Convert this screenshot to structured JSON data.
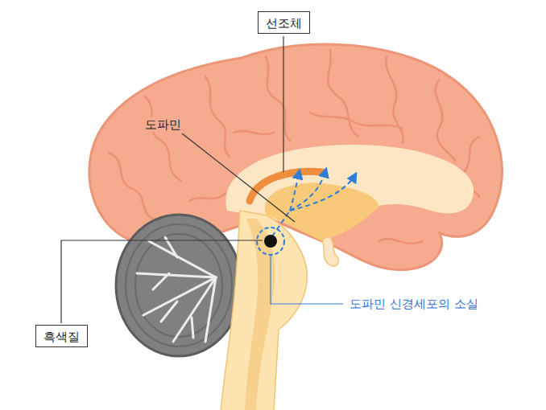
{
  "diagram": {
    "nodes": [
      {
        "text": [
          "선조체"
        ]
      },
      {
        "text": [
          "흑색질"
        ]
      }
    ],
    "labels": [
      "도파민",
      "도파민 신경세포의 소실"
    ]
  }
}
